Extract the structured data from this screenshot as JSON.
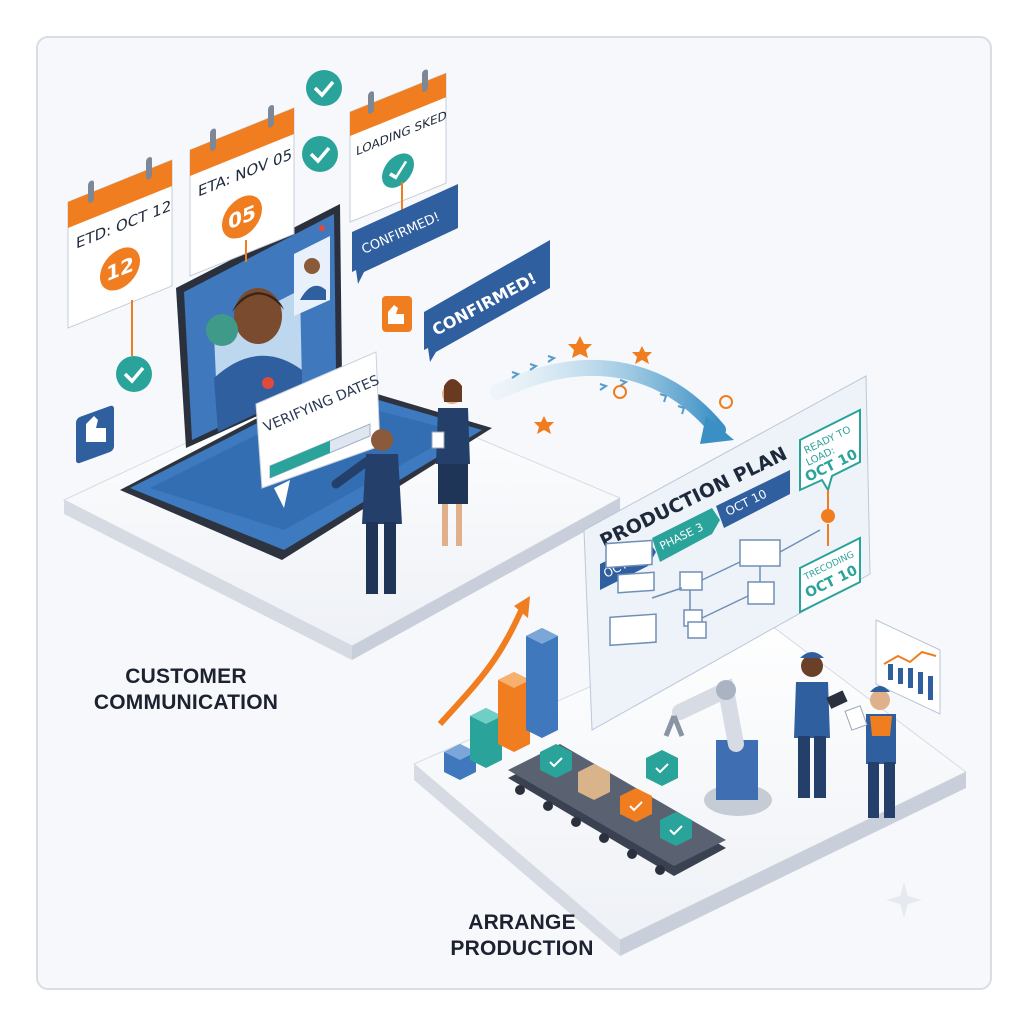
{
  "section_1": {
    "caption_line1": "CUSTOMER",
    "caption_line2": "COMMUNICATION",
    "calendar_etd": {
      "label": "ETD: OCT 12",
      "day": "12"
    },
    "calendar_eta": {
      "label": "ETA: NOV 05",
      "day": "05"
    },
    "calendar_loading": {
      "label": "LOADING SKED"
    },
    "bubble_confirmed_1": "CONFIRMED!",
    "bubble_confirmed_2": "CONFIRMED!",
    "verifying_label": "VERIFYING DATES",
    "verifying_progress": 0.6
  },
  "section_2": {
    "caption_line1": "ARRANGE",
    "caption_line2": "PRODUCTION",
    "board_title": "PRODUCTION PLAN",
    "timeline": [
      "OCT 1",
      "PHASE 3",
      "OCT 10"
    ],
    "flag_ready_line1": "READY TO",
    "flag_ready_line2": "LOAD:",
    "flag_ready_date": "OCT 10",
    "flag_bottom_line1": "TRECODING",
    "flag_bottom_date": "OCT 10"
  },
  "colors": {
    "orange": "#f07d1f",
    "blue": "#2f5f9e",
    "teal": "#2aa39a",
    "navy": "#1f3558"
  }
}
